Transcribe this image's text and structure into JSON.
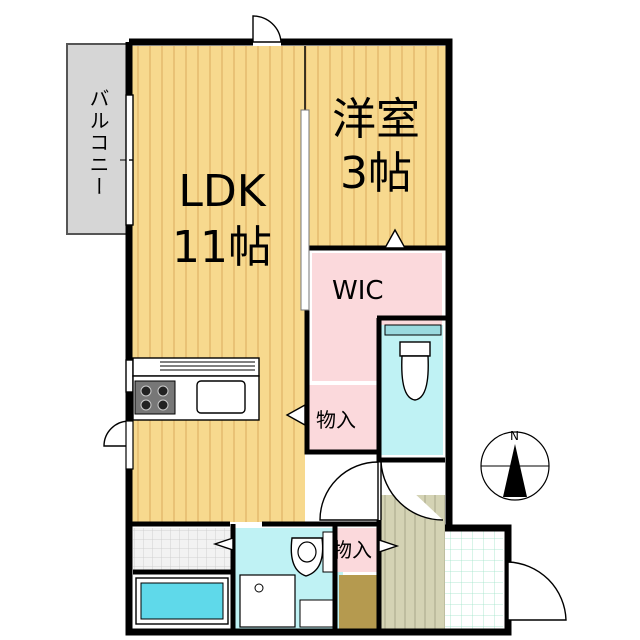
{
  "rooms": {
    "ldk": {
      "name": "LDK",
      "size": "11帖"
    },
    "western": {
      "name": "洋室",
      "size": "3帖"
    },
    "wic": {
      "name": "WIC"
    },
    "storage_1": {
      "name": "物入"
    },
    "storage_2": {
      "name": "物入"
    },
    "balcony": {
      "name": "バルコニー"
    }
  },
  "compass": {
    "label": "N"
  },
  "colors": {
    "wood_floor": "#f7d98e",
    "wood_stripe": "#e3b96c",
    "wic_floor": "#fbd9dc",
    "wet_area": "#bff2f4",
    "balcony": "#d6d6d6",
    "tile_floor": "#f0f0f0",
    "entrance_floor": "#cfcfb0",
    "shoe_storage": "#b59a4f",
    "wall": "#000000"
  },
  "icons": [
    "kitchen-stove-icon",
    "kitchen-sink-icon",
    "toilet-icon",
    "washbasin-icon",
    "bathtub-icon",
    "compass-icon",
    "door-swing-icon"
  ]
}
